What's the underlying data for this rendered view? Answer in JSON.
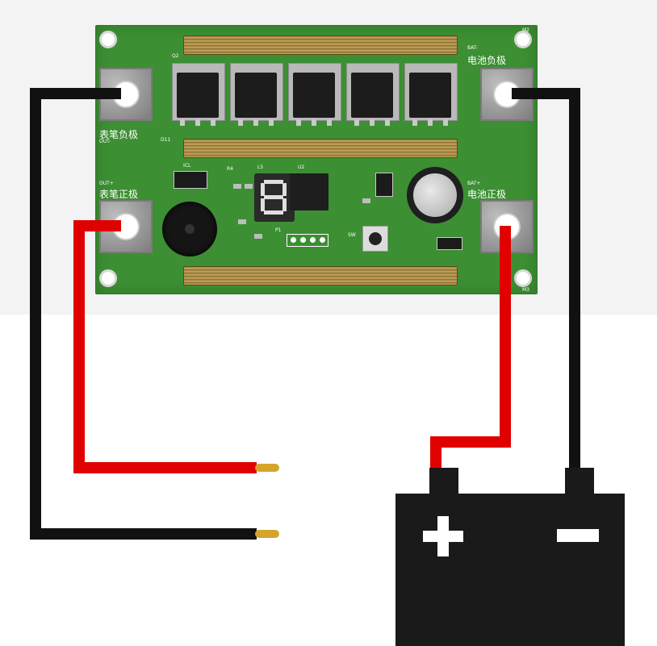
{
  "pcb": {
    "labels": {
      "out_neg_cn": "表笔负极",
      "out_neg_en": "OUT-",
      "out_pos_cn": "表笔正极",
      "out_pos_en": "OUT+",
      "bat_neg_cn": "电池负极",
      "bat_neg_en": "BAT-",
      "bat_pos_cn": "电池正极",
      "bat_pos_en": "BAT+",
      "q2": "Q2",
      "u2": "U2",
      "l5": "L5",
      "icl": "ICL",
      "p1": "P1",
      "sw": "SW",
      "r4": "R4",
      "d11": "D11",
      "m2": "M2",
      "m3": "M3"
    },
    "digit": "8"
  },
  "colors": {
    "pcb_green": "#3c8f33",
    "wire_red": "#e00000",
    "wire_black": "#111111",
    "probe_tip": "#d4a52a",
    "battery": "#1a1a1a"
  },
  "icons": {
    "battery": "battery-icon",
    "plus": "plus-icon",
    "minus": "minus-icon"
  }
}
